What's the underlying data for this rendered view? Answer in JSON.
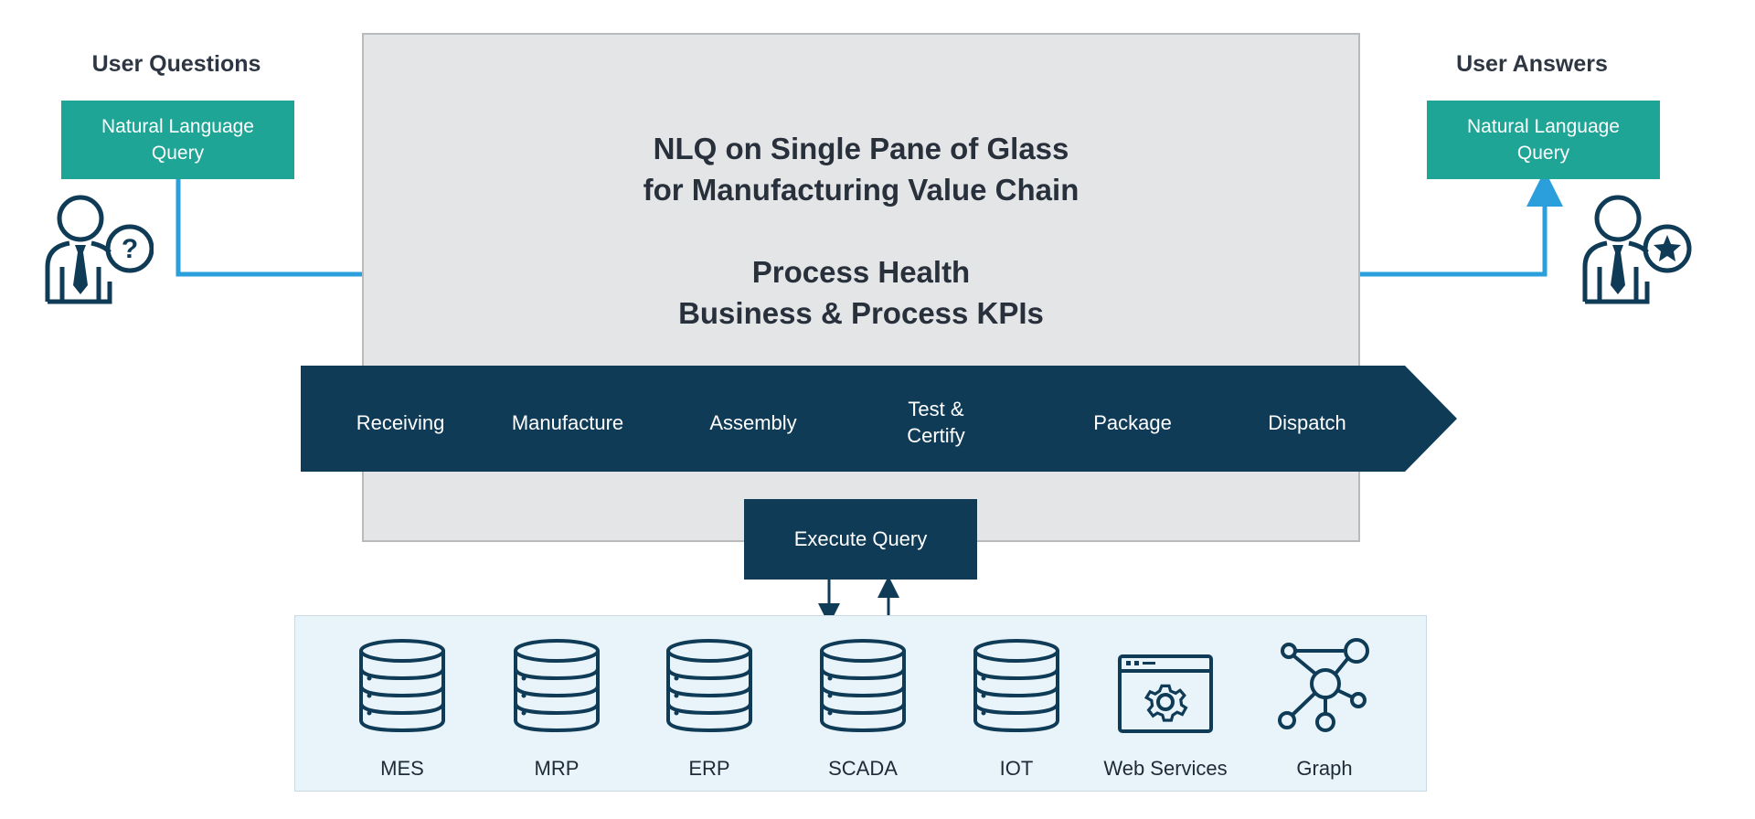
{
  "left": {
    "heading": "User Questions",
    "box_label_line1": "Natural Language",
    "box_label_line2": "Query",
    "icon": "user-question-icon"
  },
  "right": {
    "heading": "User Answers",
    "box_label_line1": "Natural Language",
    "box_label_line2": "Query",
    "icon": "user-star-icon"
  },
  "panel": {
    "title_line1": "NLQ on Single Pane of Glass",
    "title_line2": "for Manufacturing Value Chain",
    "subtitle_line1": "Process Health",
    "subtitle_line2": "Business & Process KPIs"
  },
  "value_chain": [
    {
      "label": "Receiving"
    },
    {
      "label": "Manufacture"
    },
    {
      "label": "Assembly"
    },
    {
      "label_line1": "Test &",
      "label_line2": "Certify"
    },
    {
      "label": "Package"
    },
    {
      "label": "Dispatch"
    }
  ],
  "execute_query": "Execute Query",
  "sources": [
    {
      "label": "MES",
      "icon": "database-icon"
    },
    {
      "label": "MRP",
      "icon": "database-icon"
    },
    {
      "label": "ERP",
      "icon": "database-icon"
    },
    {
      "label": "SCADA",
      "icon": "database-icon"
    },
    {
      "label": "IOT",
      "icon": "database-icon"
    },
    {
      "label": "Web Services",
      "icon": "web-services-icon"
    },
    {
      "label": "Graph",
      "icon": "graph-icon"
    }
  ],
  "colors": {
    "teal": "#1ea596",
    "navy": "#0f3b57",
    "connector": "#2a9fdc",
    "panel": "#e4e5e6",
    "sources_bg": "#e8f4fa"
  }
}
